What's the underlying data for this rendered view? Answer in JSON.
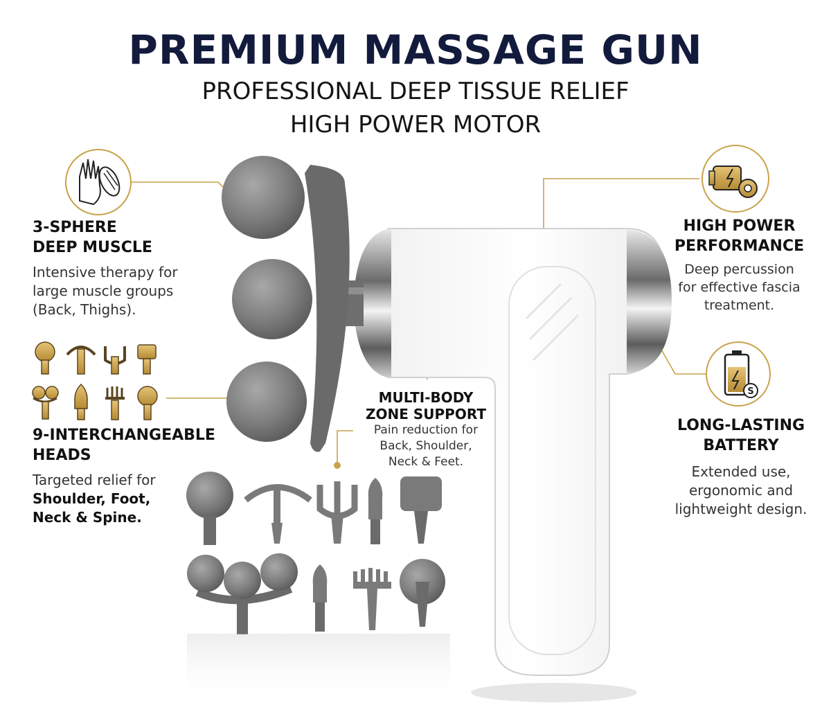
{
  "header": {
    "title": "PREMIUM MASSAGE GUN",
    "subtitle_line1": "PROFESSIONAL DEEP TISSUE RELIEF",
    "subtitle_line2": "HIGH POWER MOTOR"
  },
  "colors": {
    "title_navy": "#131b3c",
    "gold_accent": "#c9a24a",
    "head_gray": "#808080",
    "body_white": "#ffffff",
    "chrome": "#9a9a9a"
  },
  "features": {
    "three_sphere": {
      "title_line1": "3-SPHERE",
      "title_line2": "DEEP MUSCLE",
      "desc_line1": "Intensive therapy for",
      "desc_line2": "large muscle groups",
      "desc_line3": "(Back, Thighs).",
      "icon": "hand-muscle-icon"
    },
    "heads": {
      "title_line1": "9-INTERCHANGEABLE",
      "title_line2": "HEADS",
      "desc_line1": "Targeted relief for",
      "desc_bold1": "Shoulder, Foot,",
      "desc_bold2": "Neck & Spine.",
      "icon": "heads-grid-icon"
    },
    "multi_body": {
      "title_line1": "MULTI-BODY",
      "title_line2": "ZONE SUPPORT",
      "desc_line1": "Pain reduction for",
      "desc_line2": "Back, Shoulder,",
      "desc_line3": "Neck & Feet."
    },
    "power": {
      "title_line1": "HIGH POWER",
      "title_line2": "PERFORMANCE",
      "desc_line1": "Deep percussion",
      "desc_line2": "for effective fascia",
      "desc_line3": "treatment.",
      "icon": "motor-gear-icon"
    },
    "battery": {
      "title_line1": "LONG-LASTING",
      "title_line2": "BATTERY",
      "desc_line1": "Extended use,",
      "desc_line2": "ergonomic and",
      "desc_line3": "lightweight design.",
      "icon": "battery-icon"
    }
  }
}
